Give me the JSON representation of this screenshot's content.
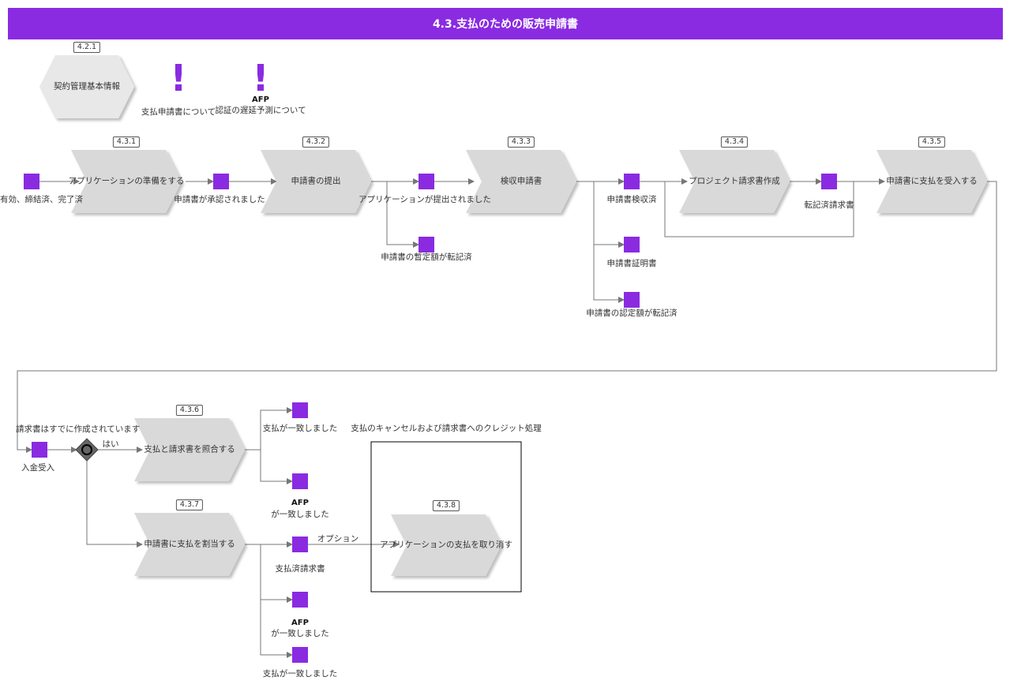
{
  "title": "4.3.支払のための販売申請書",
  "colors": {
    "accent": "#8a2be2",
    "shape_gray": "#dcdcdc",
    "line": "#777777"
  },
  "top": {
    "hex": {
      "id": "4.2.1",
      "label": "契約管理基本情報"
    },
    "info1": {
      "label": "支払申請書について"
    },
    "info2": {
      "afp": "AFP",
      "label": "認証の遅延予測について"
    }
  },
  "row1": {
    "start_event": "有効、締結済、完了済",
    "p1": {
      "id": "4.3.1",
      "label": "アプリケーションの準備をする"
    },
    "e1": "申請書が承認されました",
    "p2": {
      "id": "4.3.2",
      "label": "申請書の提出"
    },
    "e2": "アプリケーションが提出されました",
    "e2b": "申請書の暫定額が転記済",
    "p3": {
      "id": "4.3.3",
      "label": "検収申請書"
    },
    "e3": "申請書検収済",
    "e3b": "申請書証明書",
    "e3c": "申請書の認定額が転記済",
    "p4": {
      "id": "4.3.4",
      "label": "プロジェクト請求書作成"
    },
    "e4": "転記済請求書",
    "p5": {
      "id": "4.3.5",
      "label": "申請書に支払を受入する"
    }
  },
  "row2": {
    "invoice_note": "請求書はすでに作成されています",
    "e_in": "入金受入",
    "yes": "はい",
    "p6": {
      "id": "4.3.6",
      "label": "支払と請求書を照合する"
    },
    "e6a": "支払が一致しました",
    "e6b_afp": "AFP",
    "e6b": "が一致しました",
    "p7": {
      "id": "4.3.7",
      "label": "申請書に支払を割当する"
    },
    "e7a": "支払済請求書",
    "option": "オプション",
    "e7b_afp": "AFP",
    "e7b": "が一致しました",
    "e7c": "支払が一致しました",
    "box_title": "支払のキャンセルおよび請求書へのクレジット処理",
    "p8": {
      "id": "4.3.8",
      "label": "アプリケーションの支払を取り消す"
    }
  }
}
